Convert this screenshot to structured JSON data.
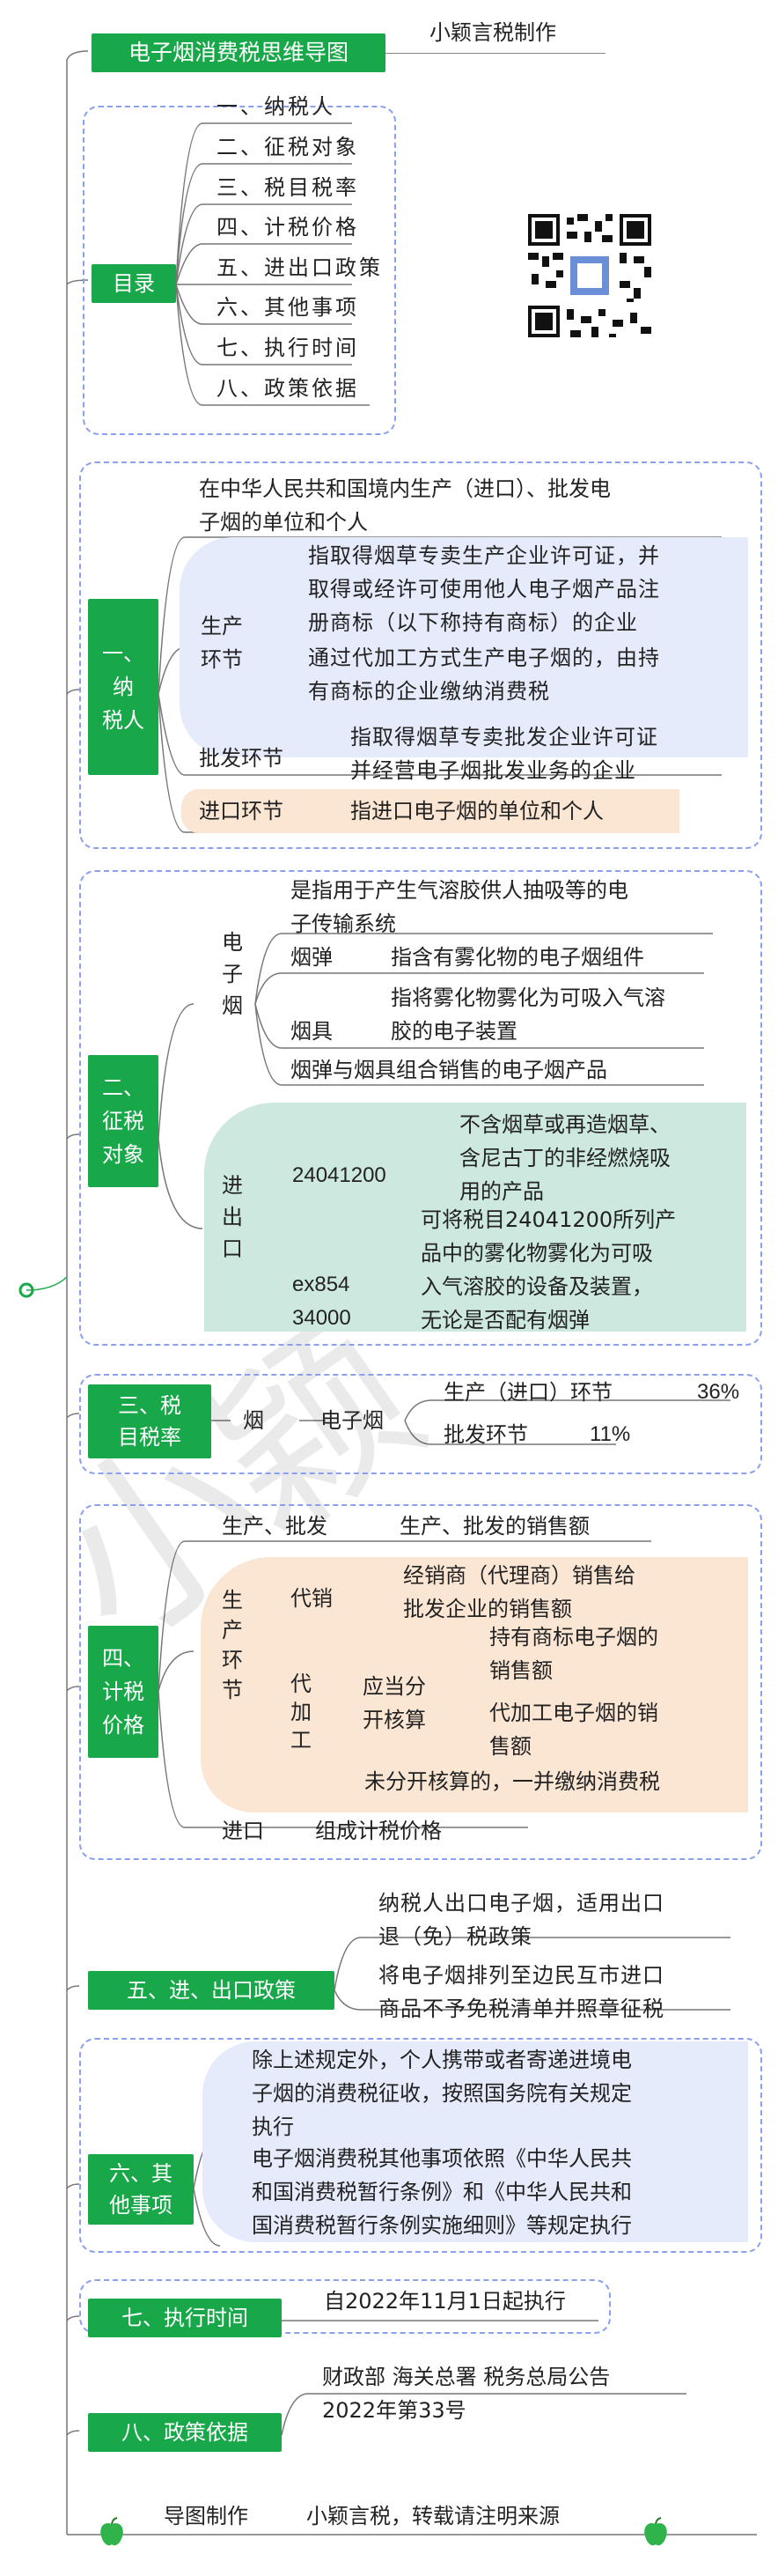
{
  "header": {
    "title": "电子烟消费税思维导图",
    "author": "小颖言税制作"
  },
  "toc": {
    "label": "目录",
    "items": [
      "一、纳税人",
      "二、征税对象",
      "三、税目税率",
      "四、计税价格",
      "五、进出口政策",
      "六、其他事项",
      "七、执行时间",
      "八、政策依据"
    ]
  },
  "s1": {
    "label": [
      "一、",
      "纳",
      "税人"
    ],
    "intro": [
      "在中华人民共和国境内生产（进口）、批发电",
      "子烟的单位和个人"
    ],
    "prod_label": [
      "生产",
      "环节"
    ],
    "prod1": [
      "指取得烟草专卖生产企业许可证，并",
      "取得或经许可使用他人电子烟产品注",
      "册商标（以下称持有商标）的企业"
    ],
    "prod2": [
      "通过代加工方式生产电子烟的，由持",
      "有商标的企业缴纳消费税"
    ],
    "whole_label": "批发环节",
    "whole": [
      "指取得烟草专卖批发企业许可证",
      "并经营电子烟批发业务的企业"
    ],
    "imp_label": "进口环节",
    "imp": "指进口电子烟的单位和个人"
  },
  "s2": {
    "label": [
      "二、",
      "征税",
      "对象"
    ],
    "ecig_label": [
      "电",
      "子",
      "烟"
    ],
    "ecig_def": [
      "是指用于产生气溶胶供人抽吸等的电",
      "子传输系统"
    ],
    "cart_label": "烟弹",
    "cart": "指含有雾化物的电子烟组件",
    "dev_label": "烟具",
    "dev": [
      "指将雾化物雾化为可吸入气溶",
      "胶的电子装置"
    ],
    "combo": "烟弹与烟具组合销售的电子烟产品",
    "io_label": [
      "进",
      "出",
      "口"
    ],
    "code1": "24041200",
    "code1_desc": [
      "不含烟草或再造烟草、",
      "含尼古丁的非经燃烧吸",
      "用的产品"
    ],
    "code2": [
      "ex854",
      "34000"
    ],
    "code2_desc": [
      "可将税目24041200所列产",
      "品中的雾化物雾化为可吸",
      "入气溶胶的设备及装置，",
      "无论是否配有烟弹"
    ]
  },
  "s3": {
    "label": [
      "三、税",
      "目税率"
    ],
    "item": "烟",
    "sub": "电子烟",
    "rate1_label": "生产（进口）环节",
    "rate1": "36%",
    "rate2_label": "批发环节",
    "rate2": "11%"
  },
  "s4": {
    "label": [
      "四、",
      "计税",
      "价格"
    ],
    "pw_label": "生产、批发",
    "pw": "生产、批发的销售额",
    "prod_label": [
      "生",
      "产",
      "环",
      "节"
    ],
    "agent_label": "代销",
    "agent": [
      "经销商（代理商）销售给",
      "批发企业的销售额"
    ],
    "oem_label": [
      "代",
      "加",
      "工"
    ],
    "sep_label": [
      "应当分",
      "开核算"
    ],
    "sep1": [
      "持有商标电子烟的",
      "销售额"
    ],
    "sep2": [
      "代加工电子烟的销",
      "售额"
    ],
    "nosep": "未分开核算的，一并缴纳消费税",
    "imp_label": "进口",
    "imp": "组成计税价格"
  },
  "s5": {
    "label": "五、进、出口政策",
    "p1": [
      "纳税人出口电子烟，适用出口",
      "退（免）税政策"
    ],
    "p2": [
      "将电子烟排列至边民互市进口",
      "商品不予免税清单并照章征税"
    ]
  },
  "s6": {
    "label": [
      "六、其",
      "他事项"
    ],
    "p1": [
      "除上述规定外，个人携带或者寄递进境电",
      "子烟的消费税征收，按照国务院有关规定",
      "执行"
    ],
    "p2": [
      "电子烟消费税其他事项依照《中华人民共",
      "和国消费税暂行条例》和《中华人民共和",
      "国消费税暂行条例实施细则》等规定执行"
    ]
  },
  "s7": {
    "label": "七、执行时间",
    "p": "自2022年11月1日起执行"
  },
  "s8": {
    "label": "八、政策依据",
    "p": [
      "财政部 海关总署 税务总局公告",
      "2022年第33号"
    ]
  },
  "footer": {
    "label": "导图制作",
    "text": "小颖言税，转载请注明来源"
  },
  "colors": {
    "green": "#18a84a",
    "dash": "#8a9ff0",
    "blue": "#e6ebfb",
    "peach": "#fbe6d4",
    "mint": "#cde8de"
  }
}
